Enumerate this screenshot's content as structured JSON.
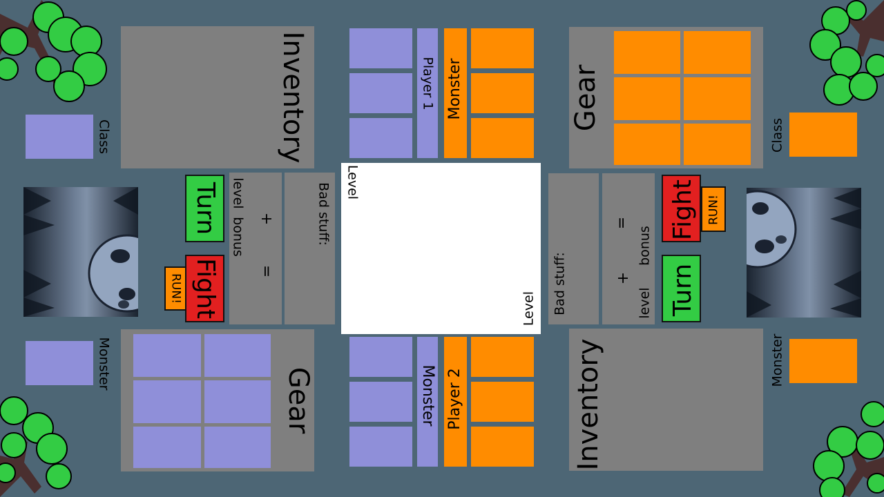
{
  "board": {
    "center_level_top": "Level",
    "center_level_bottom": "Level"
  },
  "player1": {
    "name": "Player 1",
    "monster_label": "Monster",
    "inventory_label": "Inventory",
    "gear_label": "Gear",
    "class_label": "Class",
    "monster_slot_label": "Monster",
    "bad_stuff_label": "Bad stuff:",
    "level_label": "level",
    "bonus_label": "bonus",
    "plus": "+",
    "equals": "=",
    "turn_label": "Turn",
    "fight_label": "Fight",
    "run_label": "RUN!",
    "color": "#8f8fd9"
  },
  "player2": {
    "name": "Player 2",
    "monster_label": "Monster",
    "inventory_label": "Inventory",
    "gear_label": "Gear",
    "class_label": "Class",
    "monster_slot_label": "Monster",
    "bad_stuff_label": "Bad stuff:",
    "level_label": "level",
    "bonus_label": "bonus",
    "plus": "+",
    "equals": "=",
    "turn_label": "Turn",
    "fight_label": "Fight",
    "run_label": "RUN!",
    "color": "#ff8c00"
  }
}
